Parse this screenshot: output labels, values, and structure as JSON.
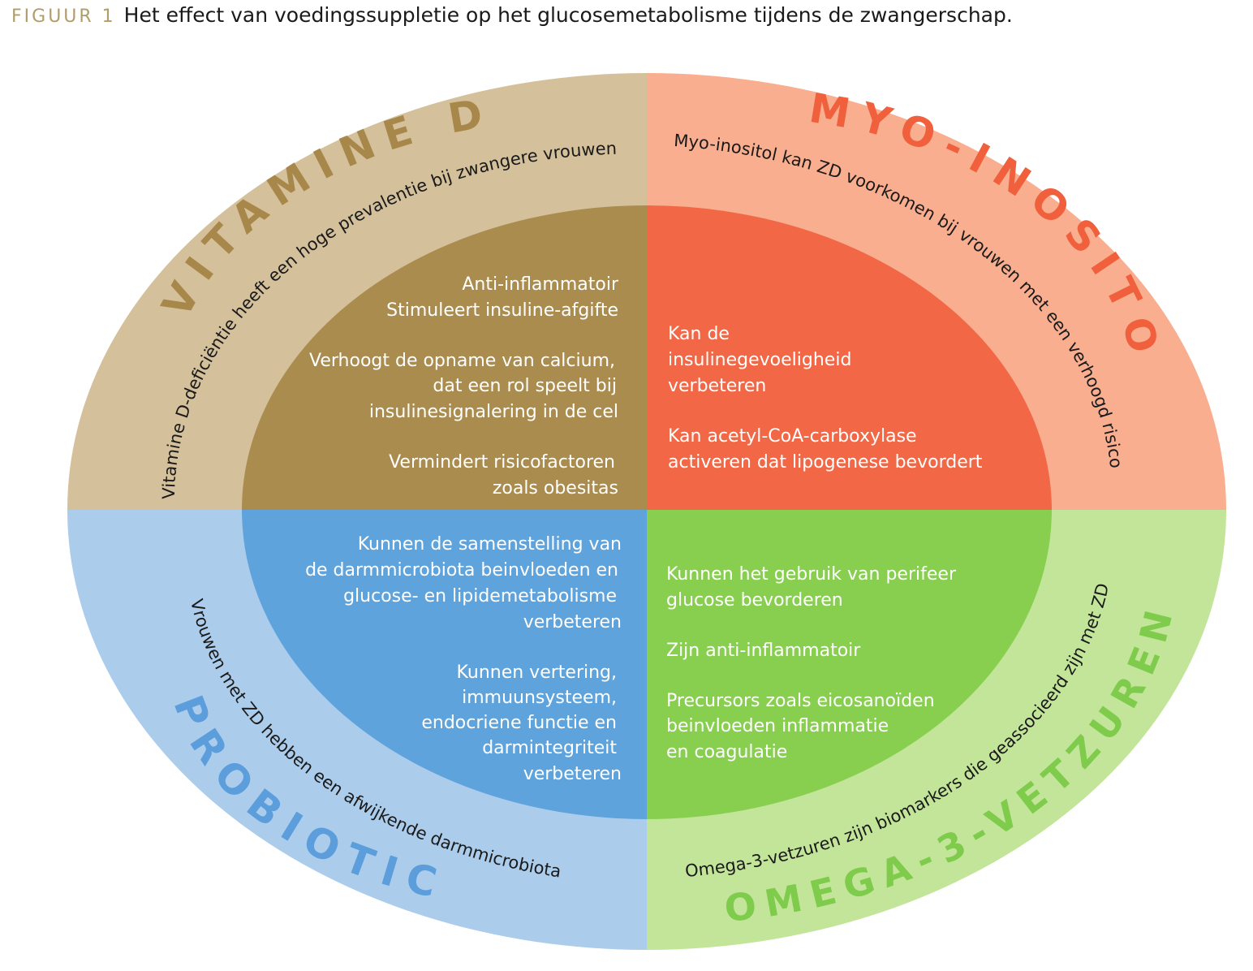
{
  "figure": {
    "label": "FIGUUR 1",
    "title": "Het effect van voedingssuppletie op het glucosemetabolisme tijdens de zwangerschap."
  },
  "colors": {
    "vitamin_outer": "#d4c09a",
    "vitamin_inner": "#aa8c4f",
    "vitamin_title": "#a8884a",
    "myo_outer": "#f8ae8f",
    "myo_inner": "#f26746",
    "myo_title": "#f0603c",
    "probio_outer": "#acccec",
    "probio_inner": "#5fa3dd",
    "probio_title": "#5b9edb",
    "omega_outer": "#c3e59a",
    "omega_inner": "#88cf50",
    "omega_title": "#7fcb4c"
  },
  "quadrants": {
    "vitamine_d": {
      "title": "VITAMINE D",
      "ring_text": "Vitamine D-deficiëntie heeft een hoge prevalentie bij zwangere vrouwen",
      "lines": [
        "Anti-inflammatoir",
        "Stimuleert insuline-afgifte",
        "Verhoogt de opname van calcium,",
        "dat een rol speelt bij",
        "insulinesignalering in de cel",
        "Vermindert risicofactoren",
        "zoals obesitas"
      ]
    },
    "myo_inositol": {
      "title": "MYO-INOSITOL",
      "ring_text": "Myo-inositol kan ZD voorkomen bij vrouwen met een verhoogd risico",
      "lines": [
        "Kan de",
        "insulinegevoeligheid",
        "verbeteren",
        "Kan acetyl-CoA-carboxylase",
        "activeren dat lipogenese bevordert"
      ]
    },
    "probiotica": {
      "title": "PROBIOTICA",
      "ring_text": "Vrouwen met ZD hebben een afwijkende darmmicrobiota",
      "lines": [
        "Kunnen de samenstelling van",
        "de darmmicrobiota beinvloeden en",
        "glucose- en lipidemetabolisme",
        "verbeteren",
        "Kunnen vertering,",
        "immuunsysteem,",
        "endocriene functie en",
        "darmintegriteit",
        "verbeteren"
      ]
    },
    "omega3": {
      "title": "OMEGA-3-VETZUREN",
      "ring_text": "Omega-3-vetzuren zijn biomarkers die geassocieerd zijn met ZD",
      "lines": [
        "Kunnen  het gebruik van perifeer",
        "glucose bevorderen",
        "Zijn anti-inflammatoir",
        "Precursors zoals eicosanoïden",
        "beinvloeden inflammatie",
        "en coagulatie"
      ]
    }
  }
}
